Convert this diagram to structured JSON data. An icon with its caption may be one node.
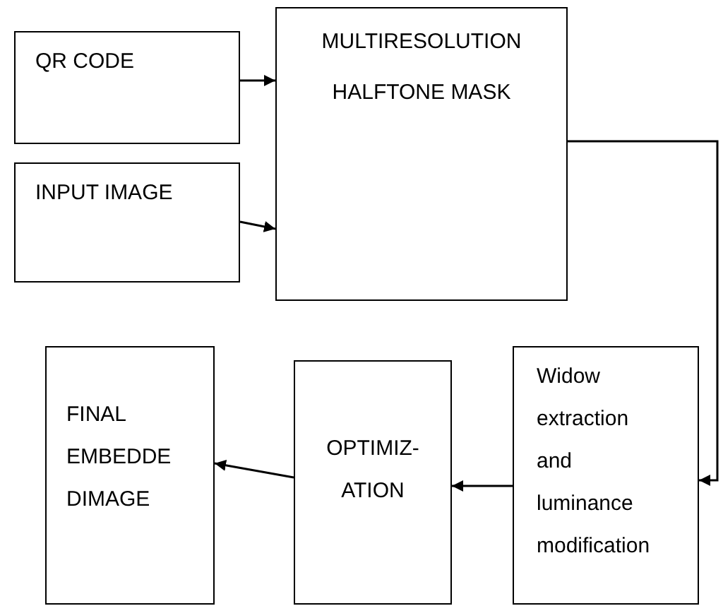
{
  "diagram": {
    "nodes": [
      {
        "text": [
          "QR CODE"
        ]
      },
      {
        "text": [
          "INPUT IMAGE"
        ]
      },
      {
        "text": [
          "MULTIRESOLUTION HALFTONE MASK"
        ]
      },
      {
        "text": [
          "Widow extraction and luminance modification"
        ]
      },
      {
        "text": [
          "OPTIMIZ- ATION"
        ]
      },
      {
        "text": [
          "FINAL EMBEDDE DIMAGE"
        ]
      }
    ],
    "edges": [
      {
        "from": 0,
        "to": 2,
        "arrow": "to"
      },
      {
        "from": 1,
        "to": 2,
        "arrow": "to"
      },
      {
        "from": 2,
        "to": 3,
        "arrow": "to"
      },
      {
        "from": 3,
        "to": 4,
        "arrow": "to"
      },
      {
        "from": 4,
        "to": 5,
        "arrow": "to"
      }
    ]
  }
}
